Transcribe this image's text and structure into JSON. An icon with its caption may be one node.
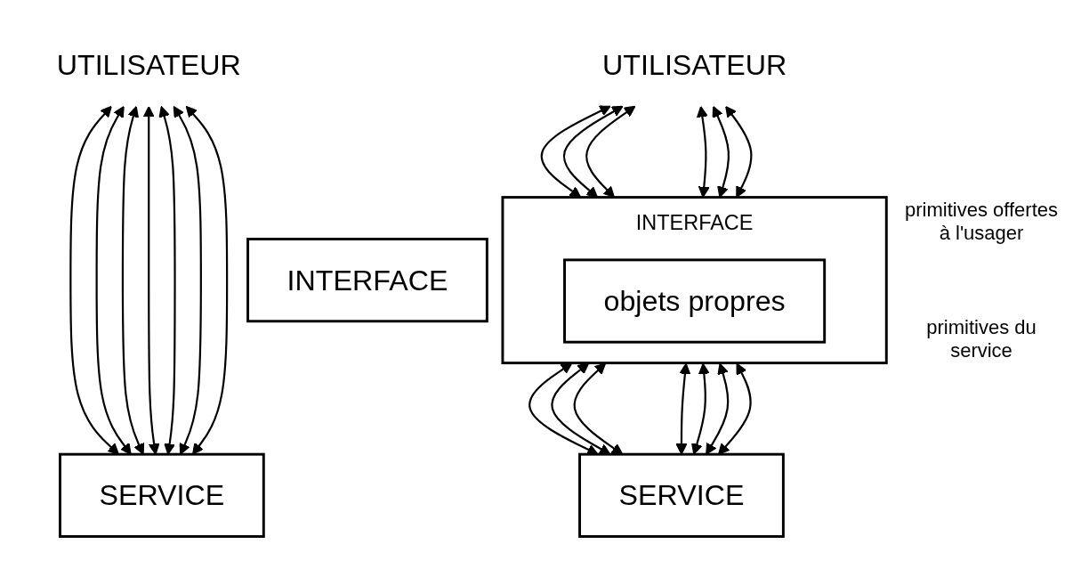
{
  "diagram": {
    "nodes": [
      {
        "text": [
          "UTILISATEUR"
        ]
      },
      {
        "text": [
          "INTERFACE"
        ]
      },
      {
        "text": [
          "SERVICE"
        ]
      },
      {
        "text": [
          "UTILISATEUR"
        ]
      },
      {
        "text": [
          "INTERFACE"
        ]
      },
      {
        "text": [
          "objets propres"
        ],
        "in": 4
      },
      {
        "text": [
          "SERVICE"
        ]
      }
    ],
    "edges": [
      {
        "from": 0,
        "to": 2,
        "arrow": "both"
      },
      {
        "from": 0,
        "to": 2,
        "arrow": "both"
      },
      {
        "from": 0,
        "to": 2,
        "arrow": "both"
      },
      {
        "from": 0,
        "to": 2,
        "arrow": "both"
      },
      {
        "from": 0,
        "to": 2,
        "arrow": "both"
      },
      {
        "from": 0,
        "to": 2,
        "arrow": "both"
      },
      {
        "from": 0,
        "to": 2,
        "arrow": "both"
      },
      {
        "from": 3,
        "to": 4,
        "arrow": "both"
      },
      {
        "from": 3,
        "to": 4,
        "arrow": "both"
      },
      {
        "from": 3,
        "to": 4,
        "arrow": "both"
      },
      {
        "from": 3,
        "to": 4,
        "arrow": "both"
      },
      {
        "from": 3,
        "to": 4,
        "arrow": "both"
      },
      {
        "from": 3,
        "to": 4,
        "arrow": "both"
      },
      {
        "from": 4,
        "to": 6,
        "arrow": "both"
      },
      {
        "from": 4,
        "to": 6,
        "arrow": "both"
      },
      {
        "from": 4,
        "to": 6,
        "arrow": "both"
      },
      {
        "from": 4,
        "to": 6,
        "arrow": "both"
      },
      {
        "from": 4,
        "to": 6,
        "arrow": "both"
      },
      {
        "from": 4,
        "to": 6,
        "arrow": "both"
      },
      {
        "from": 4,
        "to": 6,
        "arrow": "both"
      }
    ],
    "labels": [
      "primitives offertes à l'usager",
      "primitives du service"
    ]
  }
}
